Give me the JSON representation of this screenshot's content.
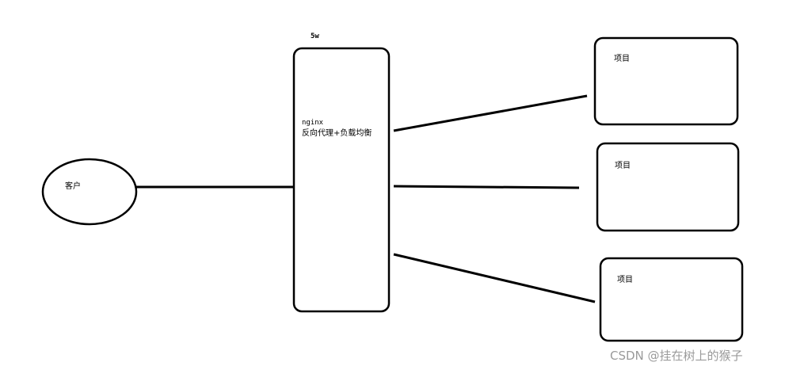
{
  "diagram": {
    "capacity_label": "5w",
    "client_label": "客户",
    "proxy": {
      "name": "nginx",
      "role": "反向代理+负载均衡"
    },
    "projects": [
      {
        "label": "项目"
      },
      {
        "label": "项目"
      },
      {
        "label": "项目"
      }
    ]
  },
  "watermark": "CSDN @挂在树上的猴子",
  "colors": {
    "stroke": "#000000",
    "background": "#ffffff",
    "watermark": "#9a9a9a"
  }
}
